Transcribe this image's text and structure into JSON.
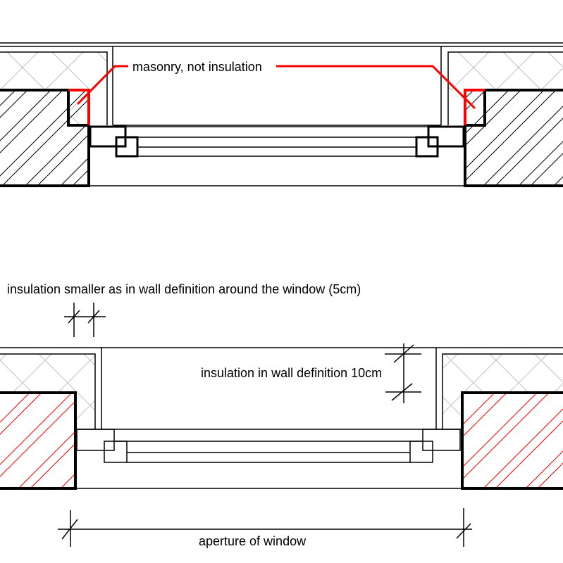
{
  "diagram": {
    "type": "architectural window section comparison",
    "colors": {
      "line": "#000000",
      "annotation": "#ff0000",
      "insulation_hatch": "#c0c0c0",
      "masonry_hatch_top": "#000000",
      "masonry_hatch_bottom": "#ff0000",
      "background": "#ffffff"
    },
    "top_detail": {
      "annotation_label": "masonry, not insulation"
    },
    "bottom_detail": {
      "annotation_top": "insulation smaller as in wall definition around the window (5cm)",
      "annotation_insulation": "insulation in wall definition 10cm",
      "annotation_aperture": "aperture of window"
    }
  }
}
